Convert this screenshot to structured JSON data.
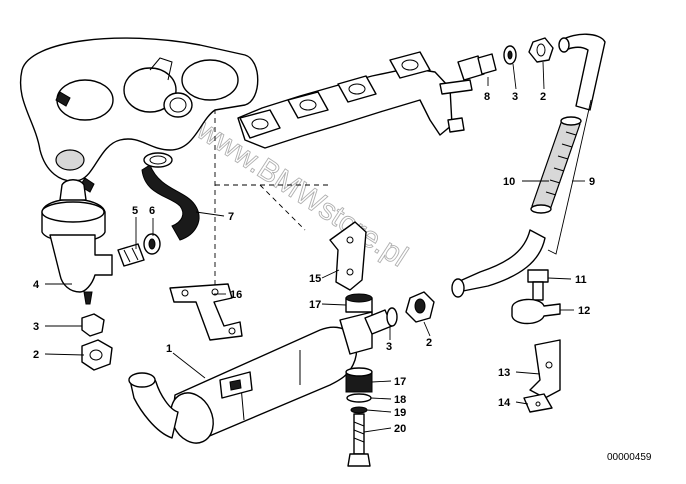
{
  "watermark": "www.BMWstore.pl",
  "diagram_id": "00000459",
  "callouts": {
    "c1": "1",
    "c2a": "2",
    "c2b": "2",
    "c2c": "2",
    "c3a": "3",
    "c3b": "3",
    "c3c": "3",
    "c4": "4",
    "c5": "5",
    "c6": "6",
    "c7": "7",
    "c8": "8",
    "c9": "9",
    "c10": "10",
    "c11": "11",
    "c12": "12",
    "c13": "13",
    "c14": "14",
    "c15": "15",
    "c16": "16",
    "c17a": "17",
    "c17b": "17",
    "c18": "18",
    "c19": "19",
    "c20": "20"
  }
}
